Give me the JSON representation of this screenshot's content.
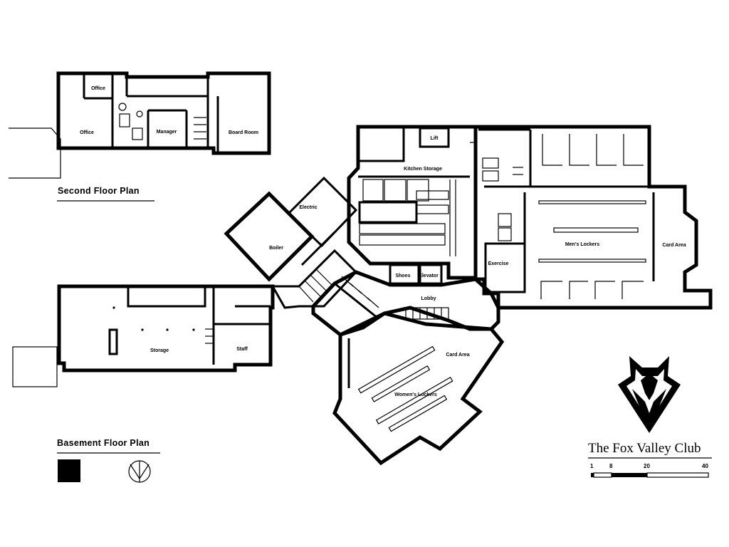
{
  "second_floor": {
    "title": "Second Floor Plan",
    "rooms": {
      "office_small": "Office",
      "office": "Office",
      "manager": "Manager",
      "board_room": "Board Room"
    }
  },
  "basement": {
    "title": "Basement Floor Plan",
    "rooms": {
      "storage": "Storage",
      "staff": "Staff"
    }
  },
  "main_floor": {
    "rooms": {
      "lift": "Lift",
      "kitchen_storage": "Kitchen Storage",
      "electric": "Electric",
      "boiler": "Boiler",
      "shoes": "Shoes",
      "elevator": "Elevator",
      "exercise": "Exercise",
      "mens_lockers": "Men's Lockers",
      "card_area_east": "Card Area",
      "lobby": "Lobby",
      "card_area_south": "Card Area",
      "womens_lockers": "Women's Lockers"
    }
  },
  "brand": {
    "name": "The Fox Valley Club",
    "logo_icon": "fox-head-icon"
  },
  "scale": {
    "ticks": [
      "1",
      "8",
      "20",
      "40"
    ]
  },
  "legend": {
    "swatch_icon": "solid-wall-swatch-icon",
    "north_icon": "north-arrow-icon"
  }
}
